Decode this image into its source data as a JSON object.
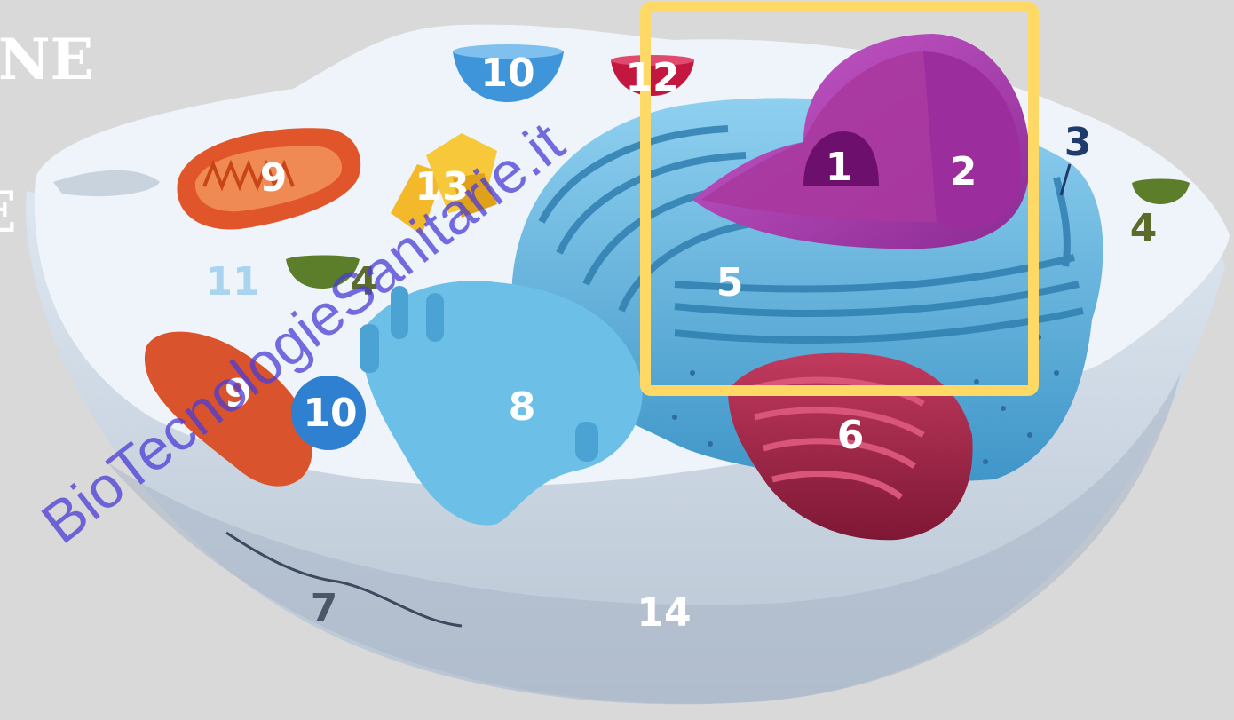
{
  "slide": {
    "left_text_top": "NE",
    "left_text_mid": "E"
  },
  "watermark": "BioTecnologieSanitarie.it",
  "colors": {
    "background": "#d9d9d9",
    "highlight_box": "#ffd966",
    "nucleus": "#b04ab5",
    "mitochondrion": "#e0562a",
    "er": "#5aaedc",
    "golgi": "#a8284a",
    "watermark": "#4a3cd6"
  },
  "labels": {
    "nucleolus": "1",
    "nucleus": "2",
    "ribosome": "3",
    "vesicle_right": "4",
    "vesicle_left": "4",
    "rough_er": "5",
    "golgi": "6",
    "cytoskeleton": "7",
    "smooth_er": "8",
    "mitochondrion_top": "9",
    "mitochondrion_bottom": "9",
    "vacuole_top": "10",
    "vacuole_bottom": "10",
    "cytoplasm": "11",
    "lysosome": "12",
    "centrosome": "13",
    "cell_membrane": "14"
  }
}
